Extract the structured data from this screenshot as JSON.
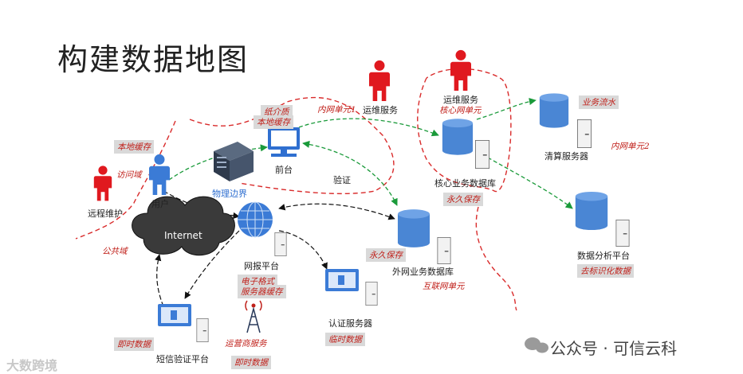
{
  "title": "构建数据地图",
  "nodes": {
    "remote_maint": "远程维护",
    "user": "用户",
    "physical_boundary": "物理边界",
    "frontend": "前台",
    "ops_service_1": "运维服务",
    "ops_service_2": "运维服务",
    "core_db": "核心业务数据库",
    "clearing_server": "清算服务器",
    "analytics_platform": "数据分析平台",
    "internet": "Internet",
    "web_platform": "网报平台",
    "external_db": "外网业务数据库",
    "auth_server": "认证服务器",
    "sms_platform": "短信验证平台",
    "verify": "验证"
  },
  "tags": {
    "local_cache_user": "本地缓存",
    "media_cache_1": "纸介质",
    "media_cache_2": "本地缓存",
    "intranet_unit_1": "内网单元1",
    "core_intranet_unit": "核心网单元",
    "business_flow": "业务流水",
    "permanent_core": "永久保存",
    "permanent_ext": "永久保存",
    "e_format_1": "电子格式",
    "e_format_2": "服务器缓存",
    "deidentified": "去标识化数据",
    "realtime_sms": "即时数据",
    "temp_data": "临时数据",
    "carrier": "运营商服务",
    "realtime_carrier": "即时数据"
  },
  "zones": {
    "access_domain": "访问域",
    "public_domain": "公共域",
    "intranet_unit_2": "内网单元2",
    "internet_unit": "互联网单元"
  },
  "colors": {
    "person": "#e0191f",
    "flow_green": "#1a9a3a",
    "boundary_red": "#d92b2b",
    "db_blue": "#4a86d4",
    "server_box": "#4a86d4"
  },
  "watermark": {
    "left": "大数跨境",
    "right": "公众号 · 可信云科"
  }
}
